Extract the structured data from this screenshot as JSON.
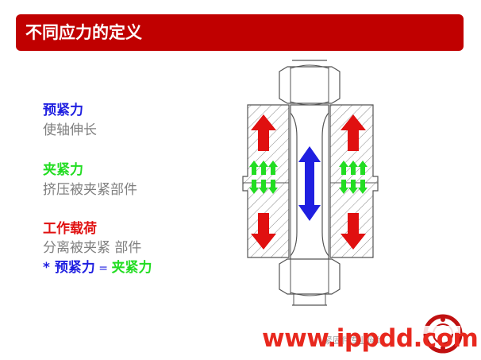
{
  "title": "不同应力的定义",
  "left_text": {
    "preload_label": "预紧力",
    "preload_desc": "使轴伸长",
    "clamp_label": "夹紧力",
    "clamp_desc": "挤压被夹紧部件",
    "work_label": "工作载荷",
    "work_desc": "分离被夹紧 部件",
    "eq_star": "* ",
    "eq_preload": "预紧力",
    "eq_sign": " = ",
    "eq_clamp": "夹紧力"
  },
  "footer": {
    "watermark": "www.ippdd.com",
    "faint_text": "紧固件专业网站"
  },
  "colors": {
    "title_bg": "#c00000",
    "preload": "#1f1fe0",
    "clamp": "#22dd22",
    "work": "#e01010",
    "desc": "#7f7f7f"
  }
}
